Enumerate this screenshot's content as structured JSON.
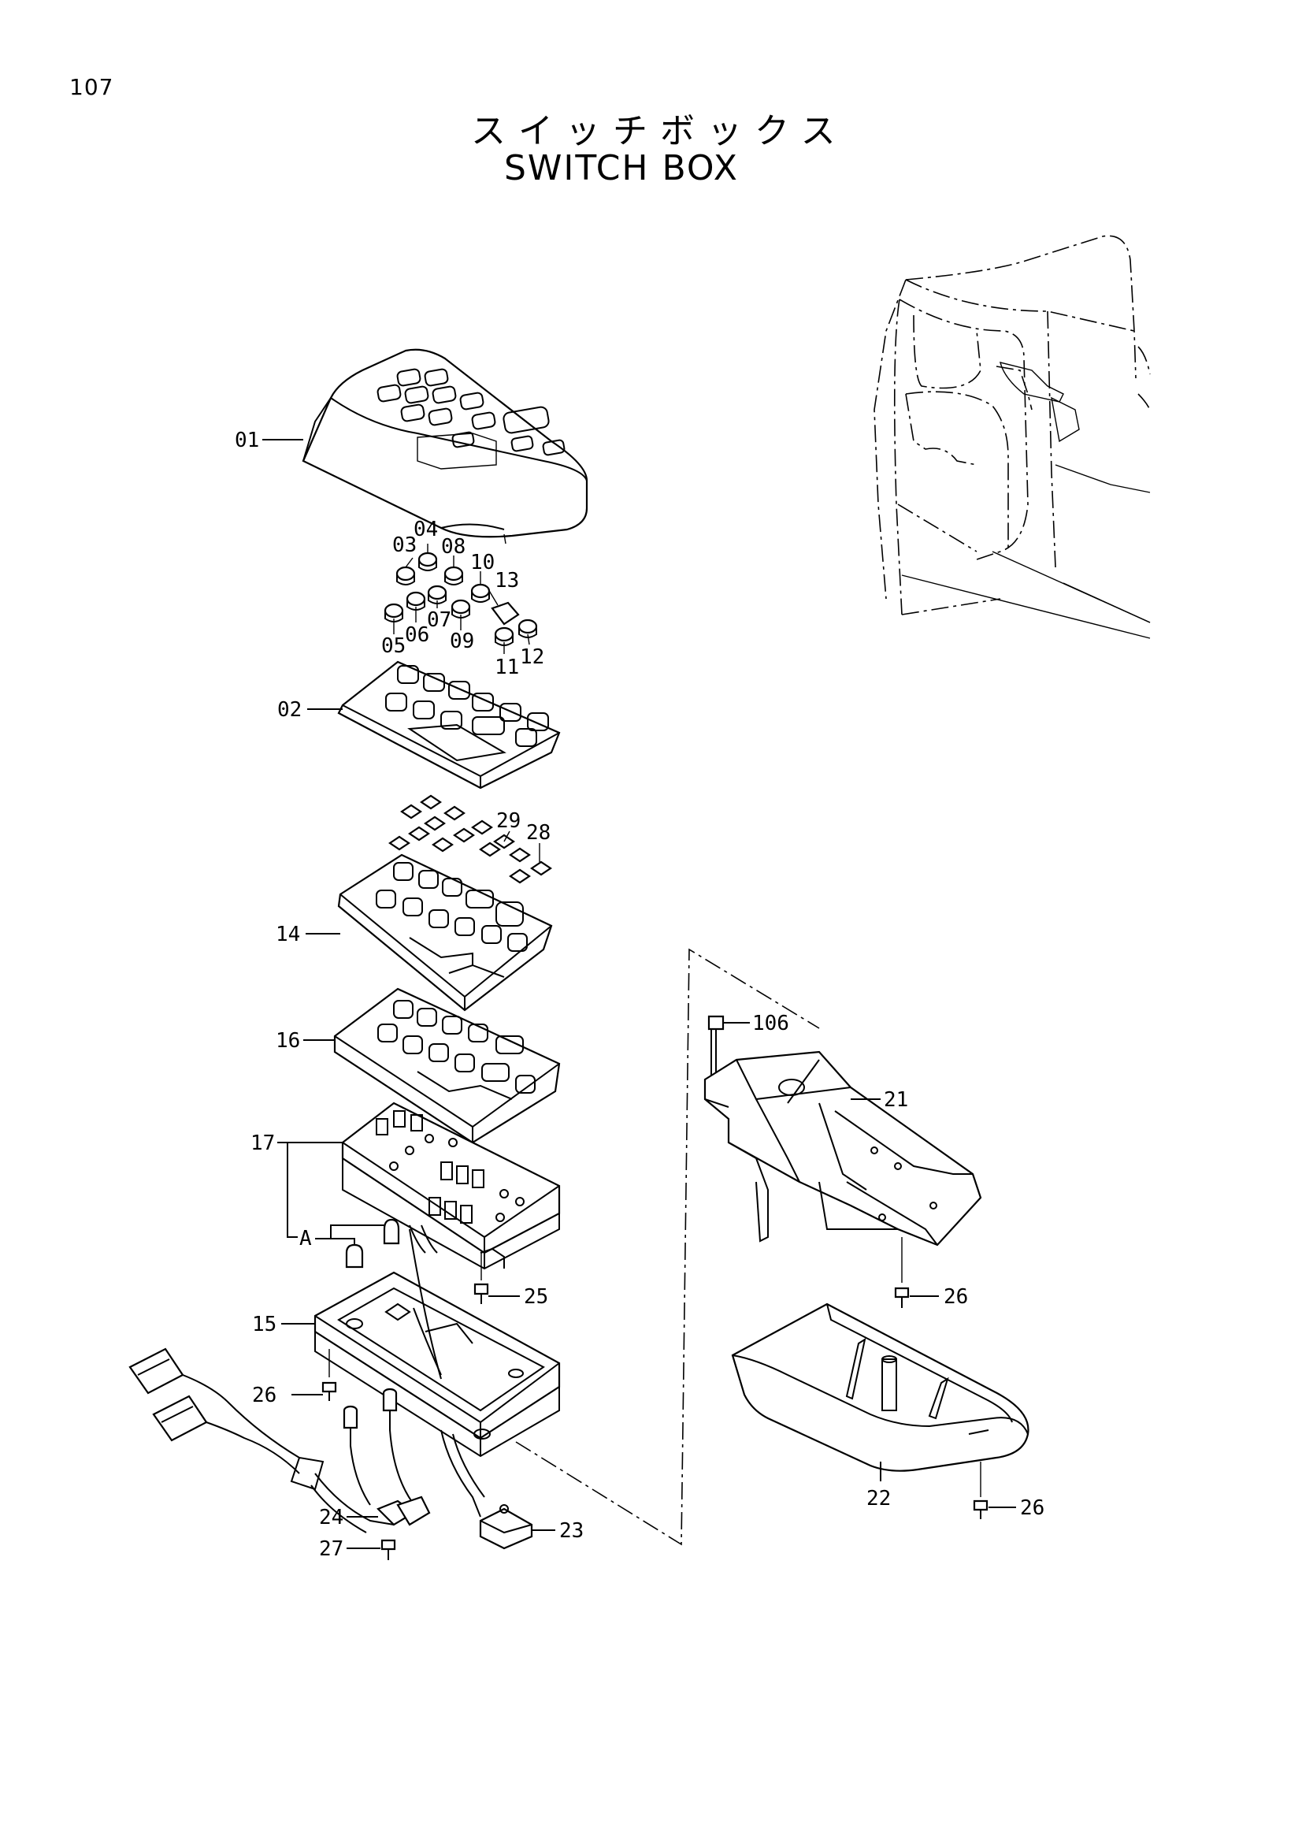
{
  "page_number": "107",
  "title": {
    "japanese": "スイッチボックス",
    "english": "SWITCH BOX"
  },
  "callouts": [
    {
      "id": "c01",
      "label": "01"
    },
    {
      "id": "c02",
      "label": "02"
    },
    {
      "id": "c03",
      "label": "03"
    },
    {
      "id": "c04",
      "label": "04"
    },
    {
      "id": "c05",
      "label": "05"
    },
    {
      "id": "c06",
      "label": "06"
    },
    {
      "id": "c07",
      "label": "07"
    },
    {
      "id": "c08",
      "label": "08"
    },
    {
      "id": "c09",
      "label": "09"
    },
    {
      "id": "c10",
      "label": "10"
    },
    {
      "id": "c11",
      "label": "11"
    },
    {
      "id": "c12",
      "label": "12"
    },
    {
      "id": "c13",
      "label": "13"
    },
    {
      "id": "c14",
      "label": "14"
    },
    {
      "id": "c15",
      "label": "15"
    },
    {
      "id": "c16",
      "label": "16"
    },
    {
      "id": "c17",
      "label": "17"
    },
    {
      "id": "cA",
      "label": "A"
    },
    {
      "id": "c21",
      "label": "21"
    },
    {
      "id": "c22",
      "label": "22"
    },
    {
      "id": "c23",
      "label": "23"
    },
    {
      "id": "c24",
      "label": "24"
    },
    {
      "id": "c25",
      "label": "25"
    },
    {
      "id": "c26a",
      "label": "26"
    },
    {
      "id": "c26b",
      "label": "26"
    },
    {
      "id": "c26c",
      "label": "26"
    },
    {
      "id": "c27",
      "label": "27"
    },
    {
      "id": "c28",
      "label": "28"
    },
    {
      "id": "c29",
      "label": "29"
    },
    {
      "id": "c106",
      "label": "106"
    }
  ]
}
